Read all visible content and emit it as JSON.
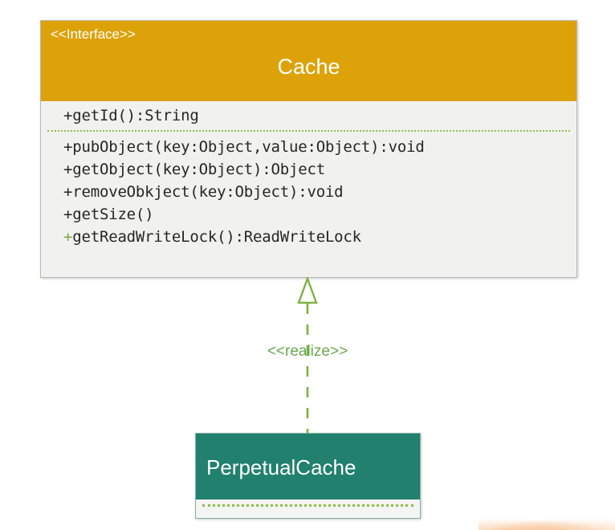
{
  "diagram": {
    "type": "uml-class-diagram",
    "background_color": "#ffffff",
    "classes": [
      {
        "id": "cache",
        "stereotype": "<<Interface>>",
        "name": "Cache",
        "header_color": "#dda20a",
        "body_color": "#f1f1f0",
        "compartments": [
          {
            "members": [
              {
                "visibility": "+",
                "signature": "getId():String",
                "visibility_color": "#262626"
              }
            ]
          },
          {
            "members": [
              {
                "visibility": "+",
                "signature": "pubObject(key:Object,value:Object):void",
                "visibility_color": "#262626"
              },
              {
                "visibility": "+",
                "signature": "getObject(key:Object):Object",
                "visibility_color": "#262626"
              },
              {
                "visibility": "+",
                "signature": "removeObkject(key:Object):void",
                "visibility_color": "#262626"
              },
              {
                "visibility": "+",
                "signature": "getSize()",
                "visibility_color": "#262626"
              },
              {
                "visibility": "+",
                "signature": "getReadWriteLock():ReadWriteLock",
                "visibility_color": "#7ba949"
              }
            ]
          }
        ]
      },
      {
        "id": "perpetualcache",
        "stereotype": "",
        "name": "PerpetualCache",
        "header_color": "#21806e",
        "body_color": "#f4f4f2",
        "compartments": [
          {
            "members": []
          }
        ]
      }
    ],
    "relationships": [
      {
        "id": "realize-cache",
        "label": "<<realize>>",
        "kind": "realization",
        "line_style": "dashed",
        "arrow_head": "hollow-triangle",
        "color": "#6aa84f",
        "from": "PerpetualCache",
        "to": "Cache"
      }
    ],
    "separator_color": "#8dbf4a"
  }
}
